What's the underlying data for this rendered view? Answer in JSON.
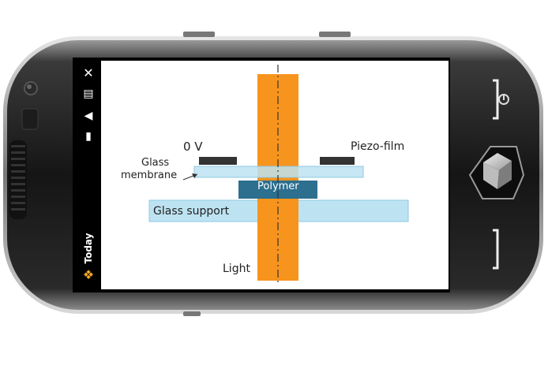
{
  "status_bar": {
    "close_icon": "close-icon",
    "battery_icon": "battery-icon",
    "volume_icon": "volume-icon",
    "signal_icon": "signal-icon",
    "today_label": "Today",
    "start_icon": "windows-start-icon"
  },
  "diagram": {
    "labels": {
      "zero_v": "0 V",
      "piezo_film": "Piezo-film",
      "glass_membrane_line1": "Glass",
      "glass_membrane_line2": "membrane",
      "polymer": "Polymer",
      "glass_support": "Glass support",
      "light": "Light"
    },
    "colors": {
      "light_beam": "#f7941d",
      "glass": "#bde3f2",
      "polymer": "#2c6f8f",
      "electrode": "#333333",
      "text": "#222222"
    }
  }
}
